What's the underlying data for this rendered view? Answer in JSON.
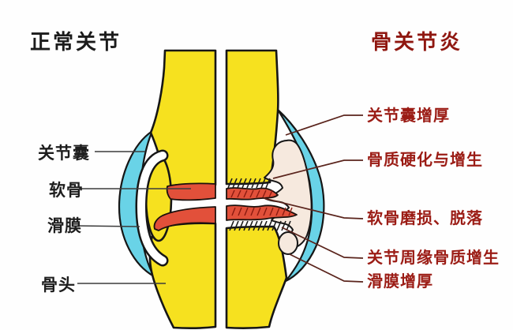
{
  "titles": {
    "left": "正常关节",
    "right": "骨关节炎"
  },
  "labels_left": [
    {
      "text": "关节囊"
    },
    {
      "text": "软骨"
    },
    {
      "text": "滑膜"
    },
    {
      "text": "骨头"
    }
  ],
  "labels_right": [
    {
      "text": "关节囊增厚"
    },
    {
      "text": "骨质硬化与增生"
    },
    {
      "text": "软骨磨损、脱落"
    },
    {
      "text": "关节周缘骨质增生"
    },
    {
      "text": "滑膜增厚"
    }
  ],
  "colors": {
    "bone": "#F6E11F",
    "capsule": "#69D3E7",
    "cartilage": "#E2503A",
    "sclerosis": "#F6E9DE",
    "title_left": "#1b1b1b",
    "title_right": "#8f1710",
    "label_right": "#9b1c15",
    "leader_right": "#5a241c"
  }
}
